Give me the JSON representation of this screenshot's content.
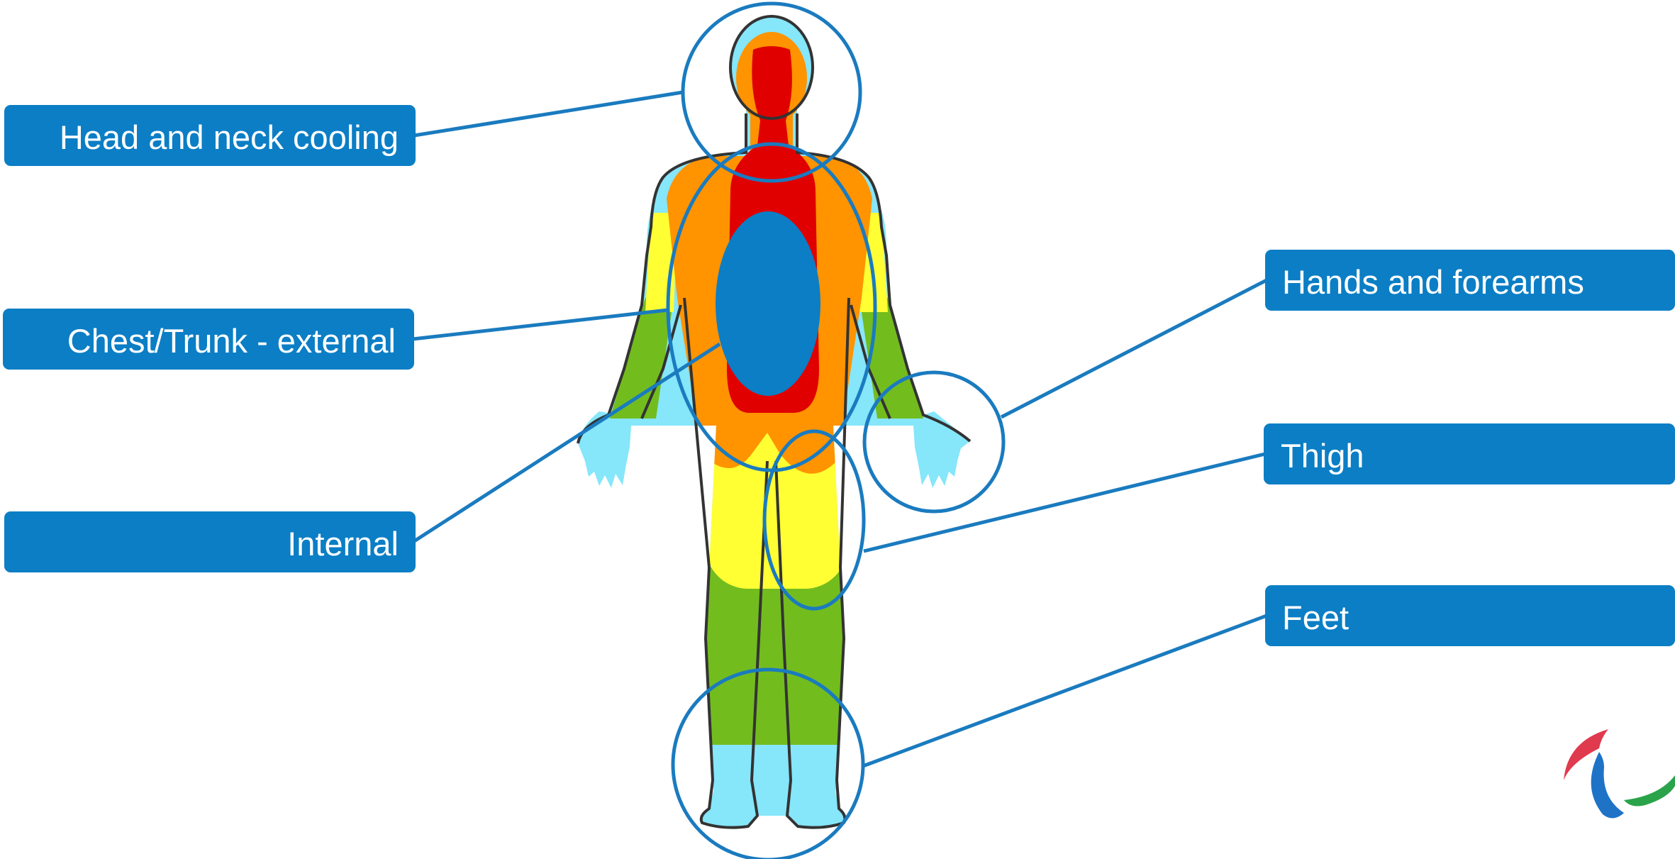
{
  "labels": {
    "head_neck": "Head and neck cooling",
    "chest_trunk": "Chest/Trunk - external",
    "internal": "Internal",
    "hands_forearms": "Hands and forearms",
    "thigh": "Thigh",
    "feet": "Feet"
  },
  "colors": {
    "label_box": "#0b7ec5",
    "callout_stroke": "#1a7bbf",
    "heat_red": "#e00000",
    "heat_orange": "#ff9300",
    "heat_yellow": "#ffff33",
    "heat_green": "#73bc1e",
    "heat_cyan": "#86e6fa",
    "core_blue": "#0b7ec5",
    "body_outline": "#333333"
  },
  "icons": {
    "logo": "paralympic-agitos-logo"
  }
}
